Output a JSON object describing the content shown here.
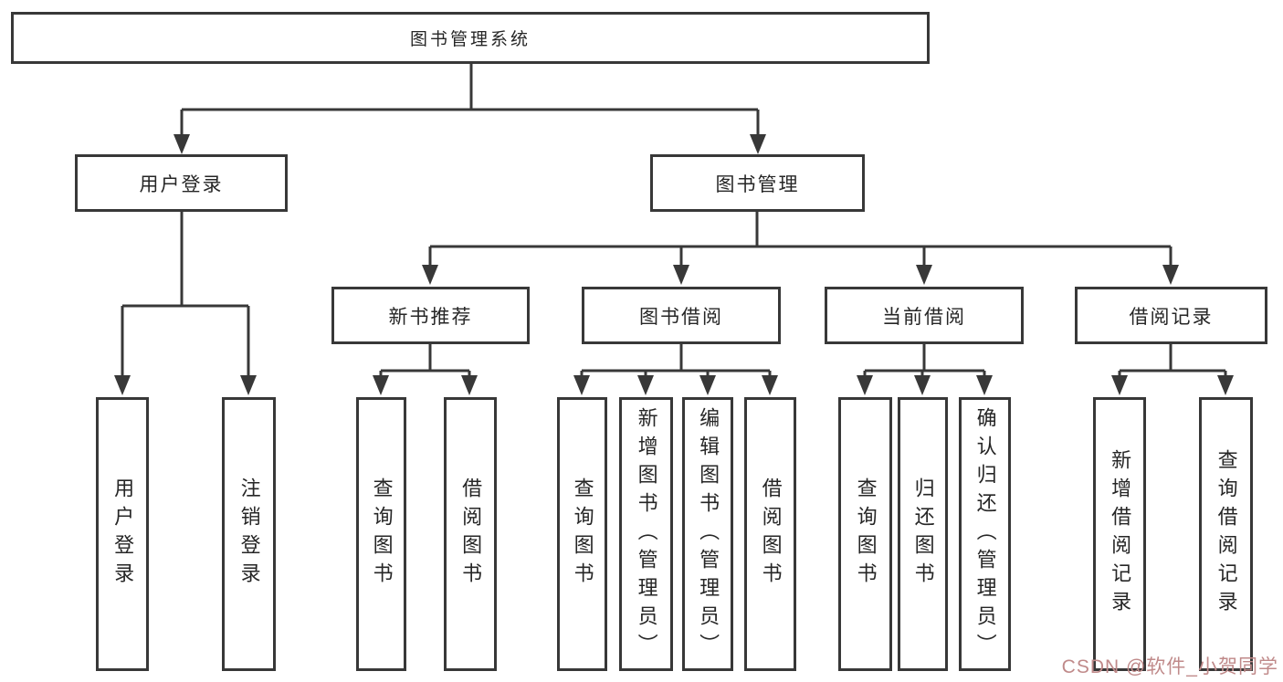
{
  "diagram": {
    "title": "图书管理系统",
    "level1": {
      "user_login": "用户登录",
      "book_management": "图书管理"
    },
    "level2": {
      "new_book_recommend": "新书推荐",
      "book_borrow": "图书借阅",
      "current_borrow": "当前借阅",
      "borrow_records": "借阅记录"
    },
    "leaves": {
      "user_login": "用户登录",
      "logout": "注销登录",
      "recommend_search_books": "查询图书",
      "recommend_borrow_books": "借阅图书",
      "borrow_search_books": "查询图书",
      "borrow_add_books_admin": "新增图书（管理员）",
      "borrow_edit_books_admin": "编辑图书（管理员）",
      "borrow_borrow_books": "借阅图书",
      "current_search_books": "查询图书",
      "current_return_books": "归还图书",
      "current_confirm_return_admin": "确认归还（管理员）",
      "records_add_record": "新增借阅记录",
      "records_search_record": "查询借阅记录"
    },
    "colors": {
      "line": "#383838",
      "text": "#262626",
      "background": "#ffffff",
      "watermark": "#c08a8a"
    }
  },
  "watermark": {
    "text": "CSDN @软件_小贺同学"
  }
}
